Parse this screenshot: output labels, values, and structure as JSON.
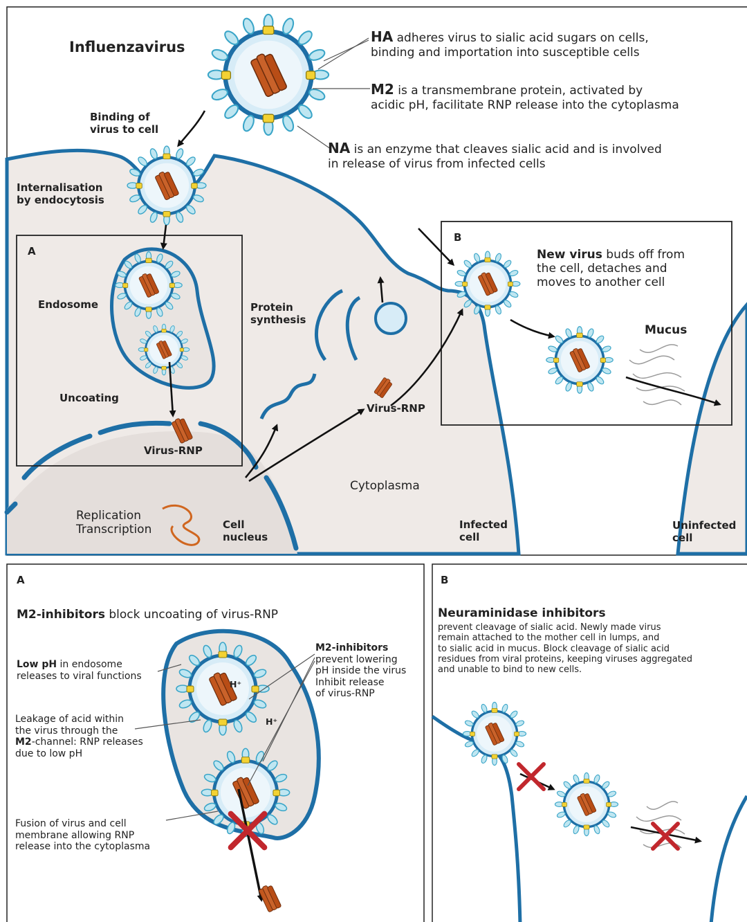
{
  "colors": {
    "membrane": "#1e6fa6",
    "cytoplasm": "#efeae7",
    "nucleus": "#e4dedb",
    "rnp": "#c2571e",
    "ha": "#6ec5dc",
    "m2": "#f3d233",
    "inhibit": "#c1272d",
    "text": "#222222"
  },
  "icons": [
    "virus-particle-icon",
    "rnp-rod-icon",
    "arrow-icon",
    "cross-mark-icon",
    "mucus-fibers-icon",
    "rna-strand-icon"
  ],
  "top": {
    "title": "Influenzavirus",
    "ha_key": "HA",
    "ha_text": "adheres virus to sialic acid sugars on cells,\nbinding and importation into susceptible cells",
    "m2_key": "M2",
    "m2_text": "is a transmembrane protein, activated by\nacidic pH, facilitate RNP release into the cytoplasma",
    "na_key": "NA",
    "na_text": "is an enzyme that cleaves sialic acid and is involved\nin release of virus from infected cells",
    "binding": "Binding of\nvirus to cell",
    "internalisation": "Internalisation\nby endocytosis",
    "box_a": "A",
    "box_b": "B",
    "endosome": "Endosome",
    "uncoating": "Uncoating",
    "virus_rnp_a": "Virus-RNP",
    "protein_synthesis": "Protein\nsynthesis",
    "virus_rnp_mid": "Virus-RNP",
    "new_virus_bold": "New virus",
    "new_virus_text": " buds off from\nthe cell, detaches and\nmoves to another cell",
    "mucus": "Mucus",
    "cytoplasma": "Cytoplasma",
    "replication": "Replication\nTranscription",
    "cell_nucleus": "Cell\nnucleus",
    "infected_cell": "Infected\ncell",
    "uninfected_cell": "Uninfected\ncell"
  },
  "panel_a": {
    "letter": "A",
    "heading_bold": "M2-inhibitors",
    "heading_rest": " block uncoating of virus-RNP",
    "low_ph_bold": "Low pH",
    "low_ph_text": " in endosome\nreleases to viral functions",
    "leak_1": "Leakage of acid within\nthe virus through the\n",
    "leak_bold": "M2",
    "leak_2": "-channel: RNP releases\ndue to low pH",
    "inhib_bold": "M2-inhibitors",
    "inhib_text": "prevent lowering\npH inside the virus\nInhibit release\nof virus-RNP",
    "fusion": "Fusion of virus and cell\nmembrane allowing RNP\nrelease into the cytoplasma",
    "h_plus_1": "H⁺",
    "h_plus_2": "H⁺"
  },
  "panel_b": {
    "letter": "B",
    "heading": "Neuraminidase inhibitors",
    "text": "prevent cleavage of sialic acid. Newly made virus\nremain attached to the mother cell in lumps, and\nto sialic acid in mucus. Block cleavage of sialic acid\nresidues from viral proteins, keeping viruses aggregated\nand unable to bind to new cells."
  }
}
